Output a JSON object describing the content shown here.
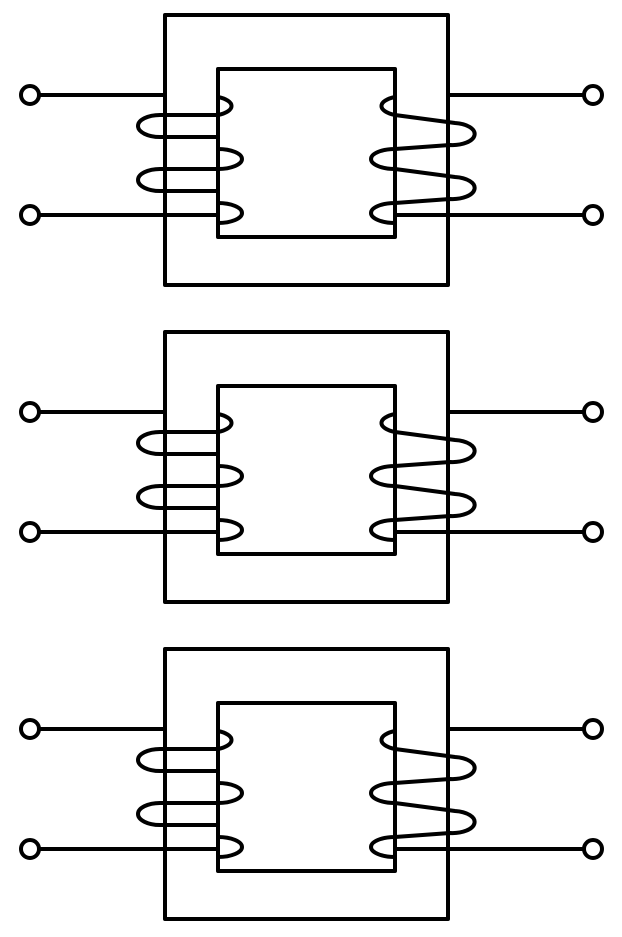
{
  "diagram": {
    "type": "transformer-schematic",
    "colors": {
      "stroke": "#000000",
      "background": "#ffffff",
      "terminal_fill": "#ffffff"
    },
    "transformers": [
      {
        "id": "transformer-1",
        "primary_turns": 3,
        "secondary_turns": 3,
        "terminals": 4
      },
      {
        "id": "transformer-2",
        "primary_turns": 3,
        "secondary_turns": 3,
        "terminals": 4
      },
      {
        "id": "transformer-3",
        "primary_turns": 3,
        "secondary_turns": 3,
        "terminals": 4
      }
    ]
  }
}
